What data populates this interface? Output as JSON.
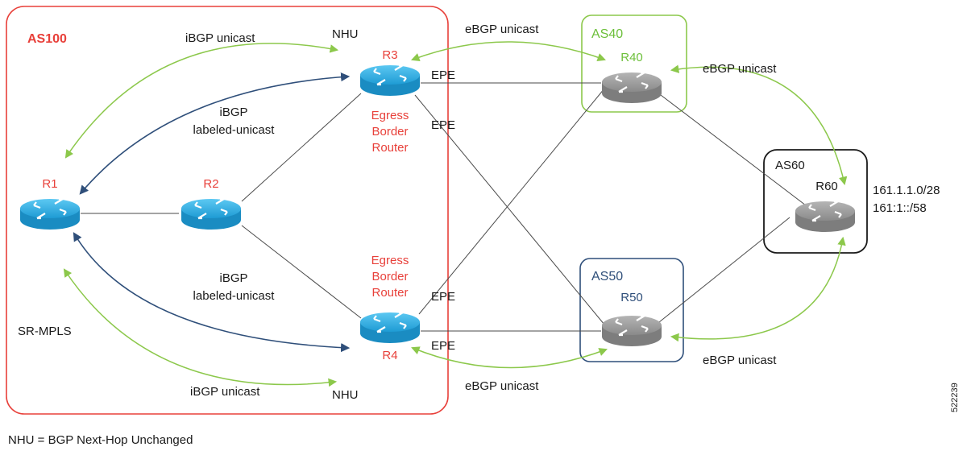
{
  "colors": {
    "as100": "#e8403a",
    "as40": "#8cc84b",
    "as50": "#2f4f7a",
    "as60": "#1a1a1a",
    "ibgp_unicast": "#8cc84b",
    "ibgp_labeled": "#2f4f7a",
    "ebgp": "#8cc84b",
    "router_blue": "#29a9e0",
    "router_gray": "#9a9a9a"
  },
  "as": {
    "as100": "AS100",
    "as40": "AS40",
    "as50": "AS50",
    "as60": "AS60"
  },
  "routers": {
    "r1": "R1",
    "r2": "R2",
    "r3": "R3",
    "r4": "R4",
    "r40": "R40",
    "r50": "R50",
    "r60": "R60"
  },
  "labels": {
    "ibgp_unicast_top": "iBGP unicast",
    "nhu_top": "NHU",
    "ibgp_labeled_top_1": "iBGP",
    "ibgp_labeled_top_2": "labeled-unicast",
    "ibgp_labeled_bot_1": "iBGP",
    "ibgp_labeled_bot_2": "labeled-unicast",
    "ibgp_unicast_bottom": "iBGP unicast",
    "nhu_bottom": "NHU",
    "sr_mpls": "SR-MPLS",
    "egress_r3_1": "Egress",
    "egress_r3_2": "Border",
    "egress_r3_3": "Router",
    "egress_r4_1": "Egress",
    "egress_r4_2": "Border",
    "egress_r4_3": "Router",
    "epe_r3_a": "EPE",
    "epe_r3_b": "EPE",
    "epe_r4_a": "EPE",
    "epe_r4_b": "EPE",
    "ebgp_top": "eBGP unicast",
    "ebgp_bottom": "eBGP unicast",
    "ebgp_r40_r60": "eBGP unicast",
    "ebgp_r50_r60": "eBGP unicast",
    "prefix_v4": "161.1.1.0/28",
    "prefix_v6": "161:1::/58",
    "figure_id": "522239",
    "legend": "NHU = BGP Next-Hop Unchanged"
  }
}
